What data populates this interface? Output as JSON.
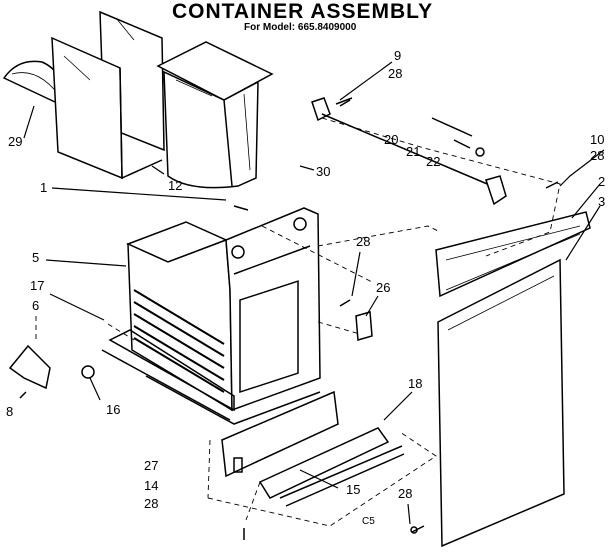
{
  "header": {
    "title": "CONTAINER ASSEMBLY",
    "subtitle": "For Model: 665.8409000"
  },
  "callouts": [
    {
      "id": "9",
      "text": "9"
    },
    {
      "id": "28a",
      "text": "28"
    },
    {
      "id": "10",
      "text": "10"
    },
    {
      "id": "28b",
      "text": "28"
    },
    {
      "id": "2",
      "text": "2"
    },
    {
      "id": "3",
      "text": "3"
    },
    {
      "id": "20",
      "text": "20"
    },
    {
      "id": "21",
      "text": "21"
    },
    {
      "id": "22",
      "text": "22"
    },
    {
      "id": "29",
      "text": "29"
    },
    {
      "id": "12",
      "text": "12"
    },
    {
      "id": "30",
      "text": "30"
    },
    {
      "id": "1",
      "text": "1"
    },
    {
      "id": "5",
      "text": "5"
    },
    {
      "id": "17",
      "text": "17"
    },
    {
      "id": "6",
      "text": "6"
    },
    {
      "id": "28c",
      "text": "28"
    },
    {
      "id": "26",
      "text": "26"
    },
    {
      "id": "16",
      "text": "16"
    },
    {
      "id": "8",
      "text": "8"
    },
    {
      "id": "18",
      "text": "18"
    },
    {
      "id": "27",
      "text": "27"
    },
    {
      "id": "14",
      "text": "14"
    },
    {
      "id": "28d",
      "text": "28"
    },
    {
      "id": "15",
      "text": "15"
    },
    {
      "id": "28e",
      "text": "28"
    },
    {
      "id": "c5",
      "text": "C5"
    }
  ]
}
